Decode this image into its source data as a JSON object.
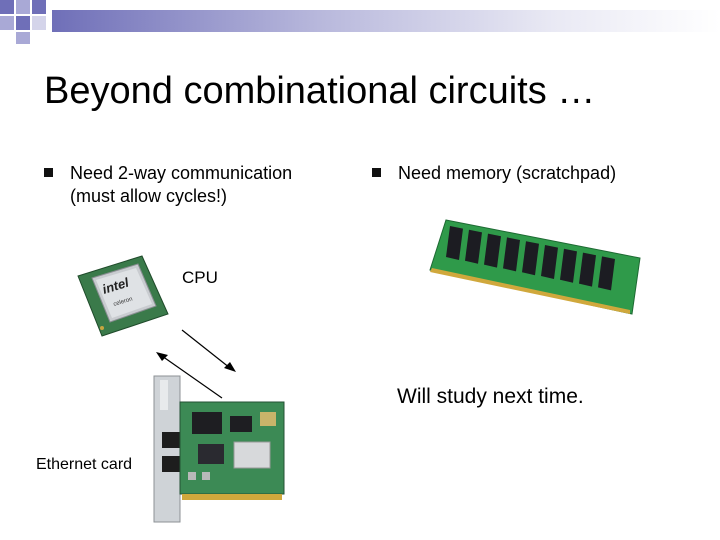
{
  "slide": {
    "title": "Beyond combinational circuits …"
  },
  "bullets": [
    {
      "lines": [
        "Need 2-way communication",
        "(must allow cycles!)"
      ]
    },
    {
      "lines": [
        "Need memory (scratchpad)"
      ]
    }
  ],
  "labels": {
    "cpu": "CPU",
    "ethernet_card": "Ethernet card",
    "next_time": "Will study next time."
  },
  "images": {
    "cpu_chip_logo": "intel",
    "cpu_chip_sub": "celeron"
  },
  "colors": {
    "title_band": "#6f6fb8",
    "ram_board": "#2f9a4a",
    "ram_chip": "#1c1c22",
    "nic_board": "#3c8a55"
  }
}
